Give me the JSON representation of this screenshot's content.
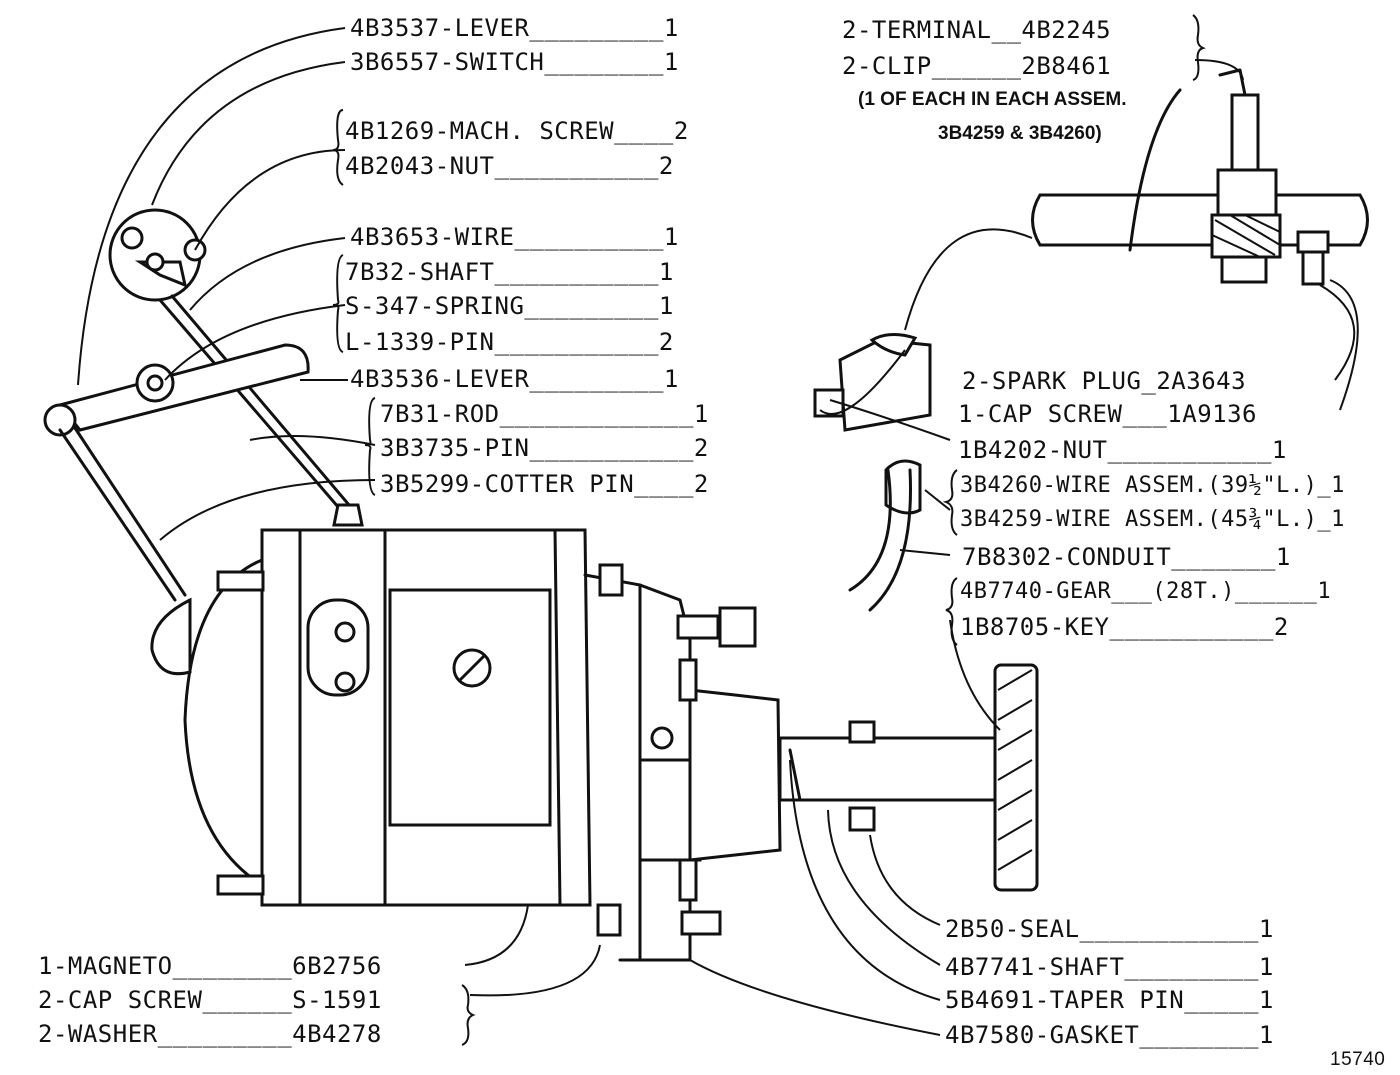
{
  "labels": {
    "l01": "4B3537-LEVER_________1",
    "l02": "3B6557-SWITCH________1",
    "l03": "4B1269-MACH. SCREW____2",
    "l04": "4B2043-NUT___________2",
    "l05": "4B3653-WIRE__________1",
    "l06": "7B32-SHAFT___________1",
    "l07": "S-347-SPRING_________1",
    "l08": "L-1339-PIN___________2",
    "l09": "4B3536-LEVER_________1",
    "l10": "7B31-ROD_____________1",
    "l11": "3B3735-PIN___________2",
    "l12": "3B5299-COTTER PIN____2",
    "l13": "2-TERMINAL__4B2245",
    "l14": "2-CLIP______2B8461",
    "l15": "(1 OF EACH IN EACH ASSEM.",
    "l16": "3B4259 & 3B4260)",
    "l17": "2-SPARK PLUG_2A3643",
    "l18": "1-CAP SCREW___1A9136",
    "l19": "1B4202-NUT___________1",
    "l20": "3B4260-WIRE ASSEM.(39½\"L.)_1",
    "l21": "3B4259-WIRE ASSEM.(45¾\"L.)_1",
    "l22": "7B8302-CONDUIT_______1",
    "l23": "4B7740-GEAR___(28T.)______1",
    "l24": "1B8705-KEY___________2",
    "l25": "2B50-SEAL____________1",
    "l26": "4B7741-SHAFT_________1",
    "l27": "5B4691-TAPER PIN_____1",
    "l28": "4B7580-GASKET________1",
    "l29": "1-MAGNETO________6B2756",
    "l30": "2-CAP SCREW______S-1591",
    "l31": "2-WASHER_________4B4278",
    "figure_number": "15740"
  }
}
